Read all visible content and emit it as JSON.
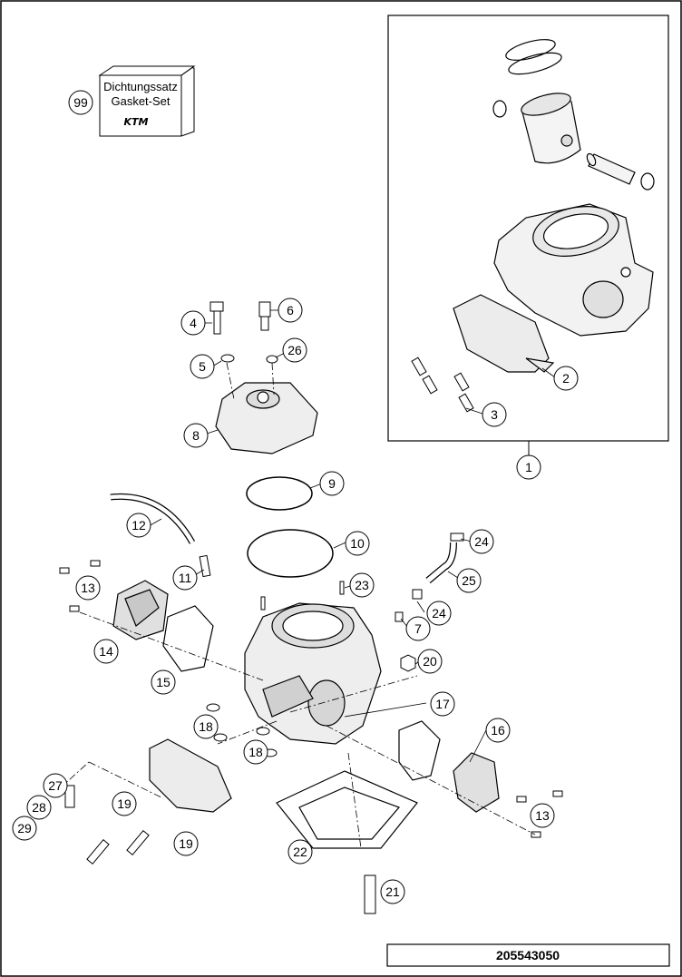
{
  "diagram": {
    "gasket_set": {
      "number": "99",
      "line1": "Dichtungssatz",
      "line2": "Gasket-Set",
      "logo": "KTM"
    },
    "callouts": [
      "1",
      "2",
      "3",
      "4",
      "5",
      "6",
      "26",
      "8",
      "9",
      "10",
      "11",
      "12",
      "13",
      "14",
      "15",
      "16",
      "17",
      "18",
      "19",
      "20",
      "21",
      "22",
      "23",
      "24",
      "25",
      "7",
      "27",
      "28",
      "29"
    ],
    "drawing_code": "205543050"
  }
}
